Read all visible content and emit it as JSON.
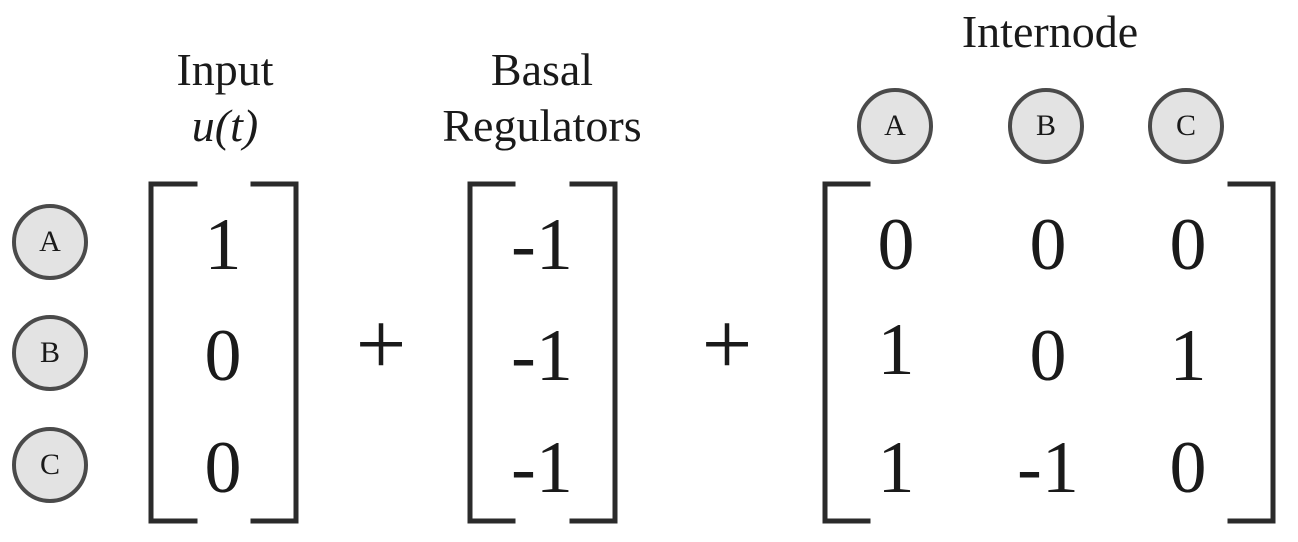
{
  "headers": {
    "input_title": "Input",
    "input_sub": "u(t)",
    "basal_line1": "Basal",
    "basal_line2": "Regulators",
    "internode_title": "Internode"
  },
  "row_nodes": [
    "A",
    "B",
    "C"
  ],
  "column_nodes": [
    "A",
    "B",
    "C"
  ],
  "input_vector": [
    "1",
    "0",
    "0"
  ],
  "basal_vector": [
    "-1",
    "-1",
    "-1"
  ],
  "internode_matrix": [
    [
      "0",
      "0",
      "0"
    ],
    [
      "1",
      "0",
      "1"
    ],
    [
      "1",
      "-1",
      "0"
    ]
  ],
  "operators": [
    "+",
    "+"
  ],
  "colors": {
    "node_fill": "#e3e3e3",
    "node_stroke": "#4a4a4a",
    "text": "#1a1a1a",
    "bracket": "#2b2b2b"
  }
}
